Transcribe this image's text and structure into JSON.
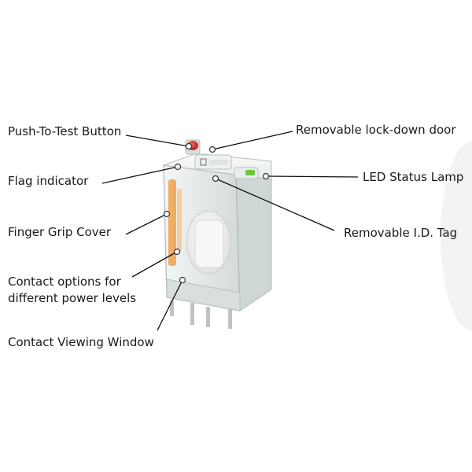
{
  "diagram": {
    "labels": {
      "push_to_test_button": "Push-To-Test Button",
      "flag_indicator": "Flag indicator",
      "finger_grip_cover": "Finger Grip Cover",
      "contact_options_line1": "Contact options for",
      "contact_options_line2": "different power levels",
      "contact_viewing_window": "Contact Viewing Window",
      "removable_lock_down_door": "Removable lock-down door",
      "led_status_lamp": "LED Status Lamp",
      "removable_id_tag": "Removable I.D. Tag"
    },
    "colors": {
      "text": "#1a1a1a",
      "leader_line": "#111111",
      "relay_body": "#e9ecec",
      "relay_outline": "#b9c0c2",
      "test_button": "#c0281d",
      "led": "#69c83a",
      "orange_contact": "#f0a04a",
      "marker_dot": "#ffffff"
    }
  }
}
